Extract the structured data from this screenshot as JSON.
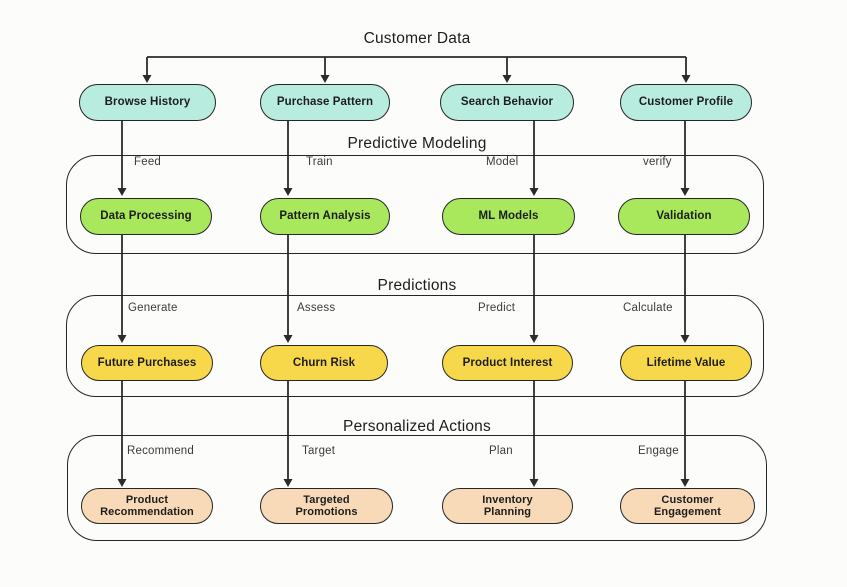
{
  "title": "Customer Data",
  "top_row": {
    "nodes": [
      "Browse History",
      "Purchase Pattern",
      "Search Behavior",
      "Customer Profile"
    ]
  },
  "sections": [
    {
      "title": "Predictive Modeling",
      "edge_labels": [
        "Feed",
        "Train",
        "Model",
        "verify"
      ],
      "nodes": [
        "Data Processing",
        "Pattern Analysis",
        "ML Models",
        "Validation"
      ]
    },
    {
      "title": "Predictions",
      "edge_labels": [
        "Generate",
        "Assess",
        "Predict",
        "Calculate"
      ],
      "nodes": [
        "Future Purchases",
        "Churn Risk",
        "Product Interest",
        "Lifetime Value"
      ]
    },
    {
      "title": "Personalized Actions",
      "edge_labels": [
        "Recommend",
        "Target",
        "Plan",
        "Engage"
      ],
      "nodes": [
        "Product\nRecommendation",
        "Targeted\nPromotions",
        "Inventory\nPlanning",
        "Customer\nEngagement"
      ]
    }
  ],
  "colors": {
    "source_fill": "#b8ecdf",
    "modeling_fill": "#a9e85c",
    "prediction_fill": "#f7d84b",
    "action_fill": "#f8d9b8",
    "stroke": "#262626",
    "background": "#fcfcfb"
  }
}
